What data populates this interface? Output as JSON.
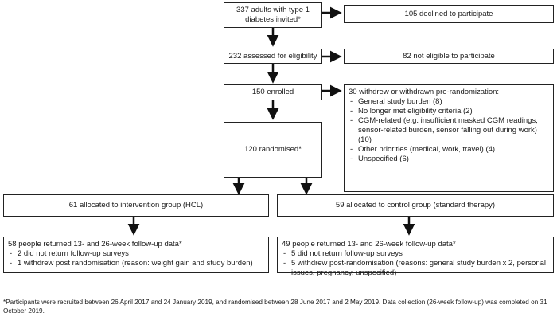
{
  "boxes": {
    "invited": "337 adults with type 1 diabetes invited*",
    "declined": "105 declined to participate",
    "assessed": "232 assessed for eligibility",
    "not_eligible": "82 not eligible to participate",
    "enrolled": "150 enrolled",
    "withdrew_title": "30 withdrew or withdrawn pre-randomization:",
    "withdrew_items": [
      "General study burden (8)",
      "No longer met eligibility criteria (2)",
      "CGM-related (e.g. insufficient masked CGM readings, sensor-related burden, sensor falling out during work) (10)",
      "Other priorities (medical, work, travel) (4)",
      "Unspecified (6)"
    ],
    "randomised": "120 randomised*",
    "intervention": "61 allocated to intervention group (HCL)",
    "control": "59 allocated to control group (standard therapy)",
    "intervention_followup_title": "58 people returned 13- and 26-week follow-up data*",
    "intervention_followup_items": [
      "2 did not return follow-up surveys",
      "1 withdrew post randomisation (reason: weight gain and study burden)"
    ],
    "control_followup_title": "49 people returned 13- and 26-week follow-up data*",
    "control_followup_items": [
      "5 did not return follow-up surveys",
      "5 withdrew post-randomisation (reasons: general study burden x 2, personal issues, pregnancy, unspecified)"
    ]
  },
  "footnote": "*Participants were recruited between 26 April 2017 and 24 January 2019, and randomised between 28 June 2017 and 2 May 2019. Data collection (26-week follow-up) was completed on 31 October 2019."
}
